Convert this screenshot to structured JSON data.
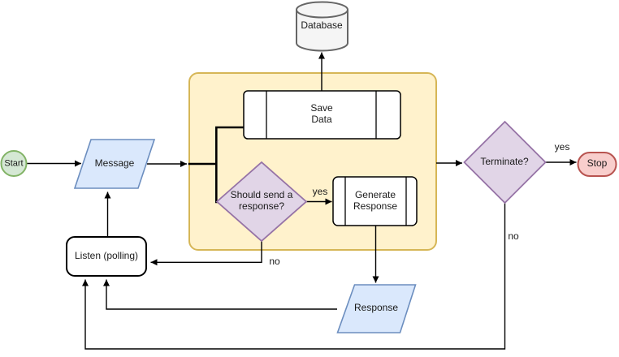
{
  "diagram": {
    "nodes": {
      "start": {
        "label": "Start",
        "shape": "ellipse"
      },
      "message": {
        "label": "Message",
        "shape": "parallelogram"
      },
      "database": {
        "label": "Database",
        "shape": "cylinder"
      },
      "save_data": {
        "label": "Save\nData",
        "shape": "subroutine"
      },
      "should_send": {
        "label": "Should send a\nresponse?",
        "shape": "diamond"
      },
      "generate_response": {
        "label": "Generate\nResponse",
        "shape": "subroutine"
      },
      "terminate": {
        "label": "Terminate?",
        "shape": "diamond"
      },
      "stop": {
        "label": "Stop",
        "shape": "stadium"
      },
      "listen": {
        "label": "Listen (polling)",
        "shape": "rounded-rect"
      },
      "response": {
        "label": "Response",
        "shape": "parallelogram"
      }
    },
    "edge_labels": {
      "should_send_yes": "yes",
      "should_send_no": "no",
      "terminate_yes": "yes",
      "terminate_no": "no"
    },
    "palette": {
      "start_fill": "#d5e8d4",
      "start_stroke": "#82b366",
      "io_fill": "#dae8fc",
      "io_stroke": "#6c8ebf",
      "decision_fill": "#e1d5e7",
      "decision_stroke": "#9673a6",
      "stop_fill": "#f8cecc",
      "stop_stroke": "#b85450",
      "group_fill": "#fff2cc",
      "group_stroke": "#d6b656",
      "database_fill": "#f5f5f5",
      "database_stroke": "#666666",
      "process_fill": "#ffffff",
      "process_stroke": "#000000",
      "connector": "#000000"
    }
  }
}
